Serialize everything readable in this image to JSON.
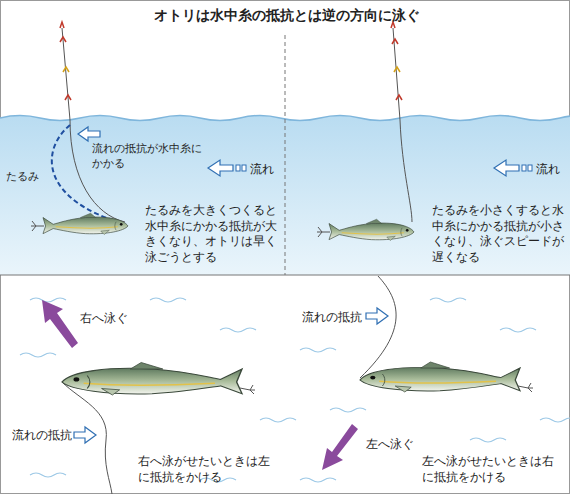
{
  "diagram": {
    "title": "オトリは水中糸の抵抗とは逆の方向に泳ぐ",
    "labels": [
      "流れの抵抗が水中糸にかかる",
      "流れ",
      "たるみ",
      "たるみを大きくつくると水中糸にかかる抵抗が大きくなり、オトリは早く泳ごうとする",
      "流れ",
      "たるみを小さくすると水中糸にかかる抵抗が小さくなり、泳ぐスピードが遅くなる",
      "右へ泳ぐ",
      "流れの抵抗",
      "右へ泳がせたいときは左に抵抗をかける",
      "流れの抵抗",
      "左へ泳ぐ",
      "左へ泳がせたいときは右に抵抗をかける"
    ]
  }
}
